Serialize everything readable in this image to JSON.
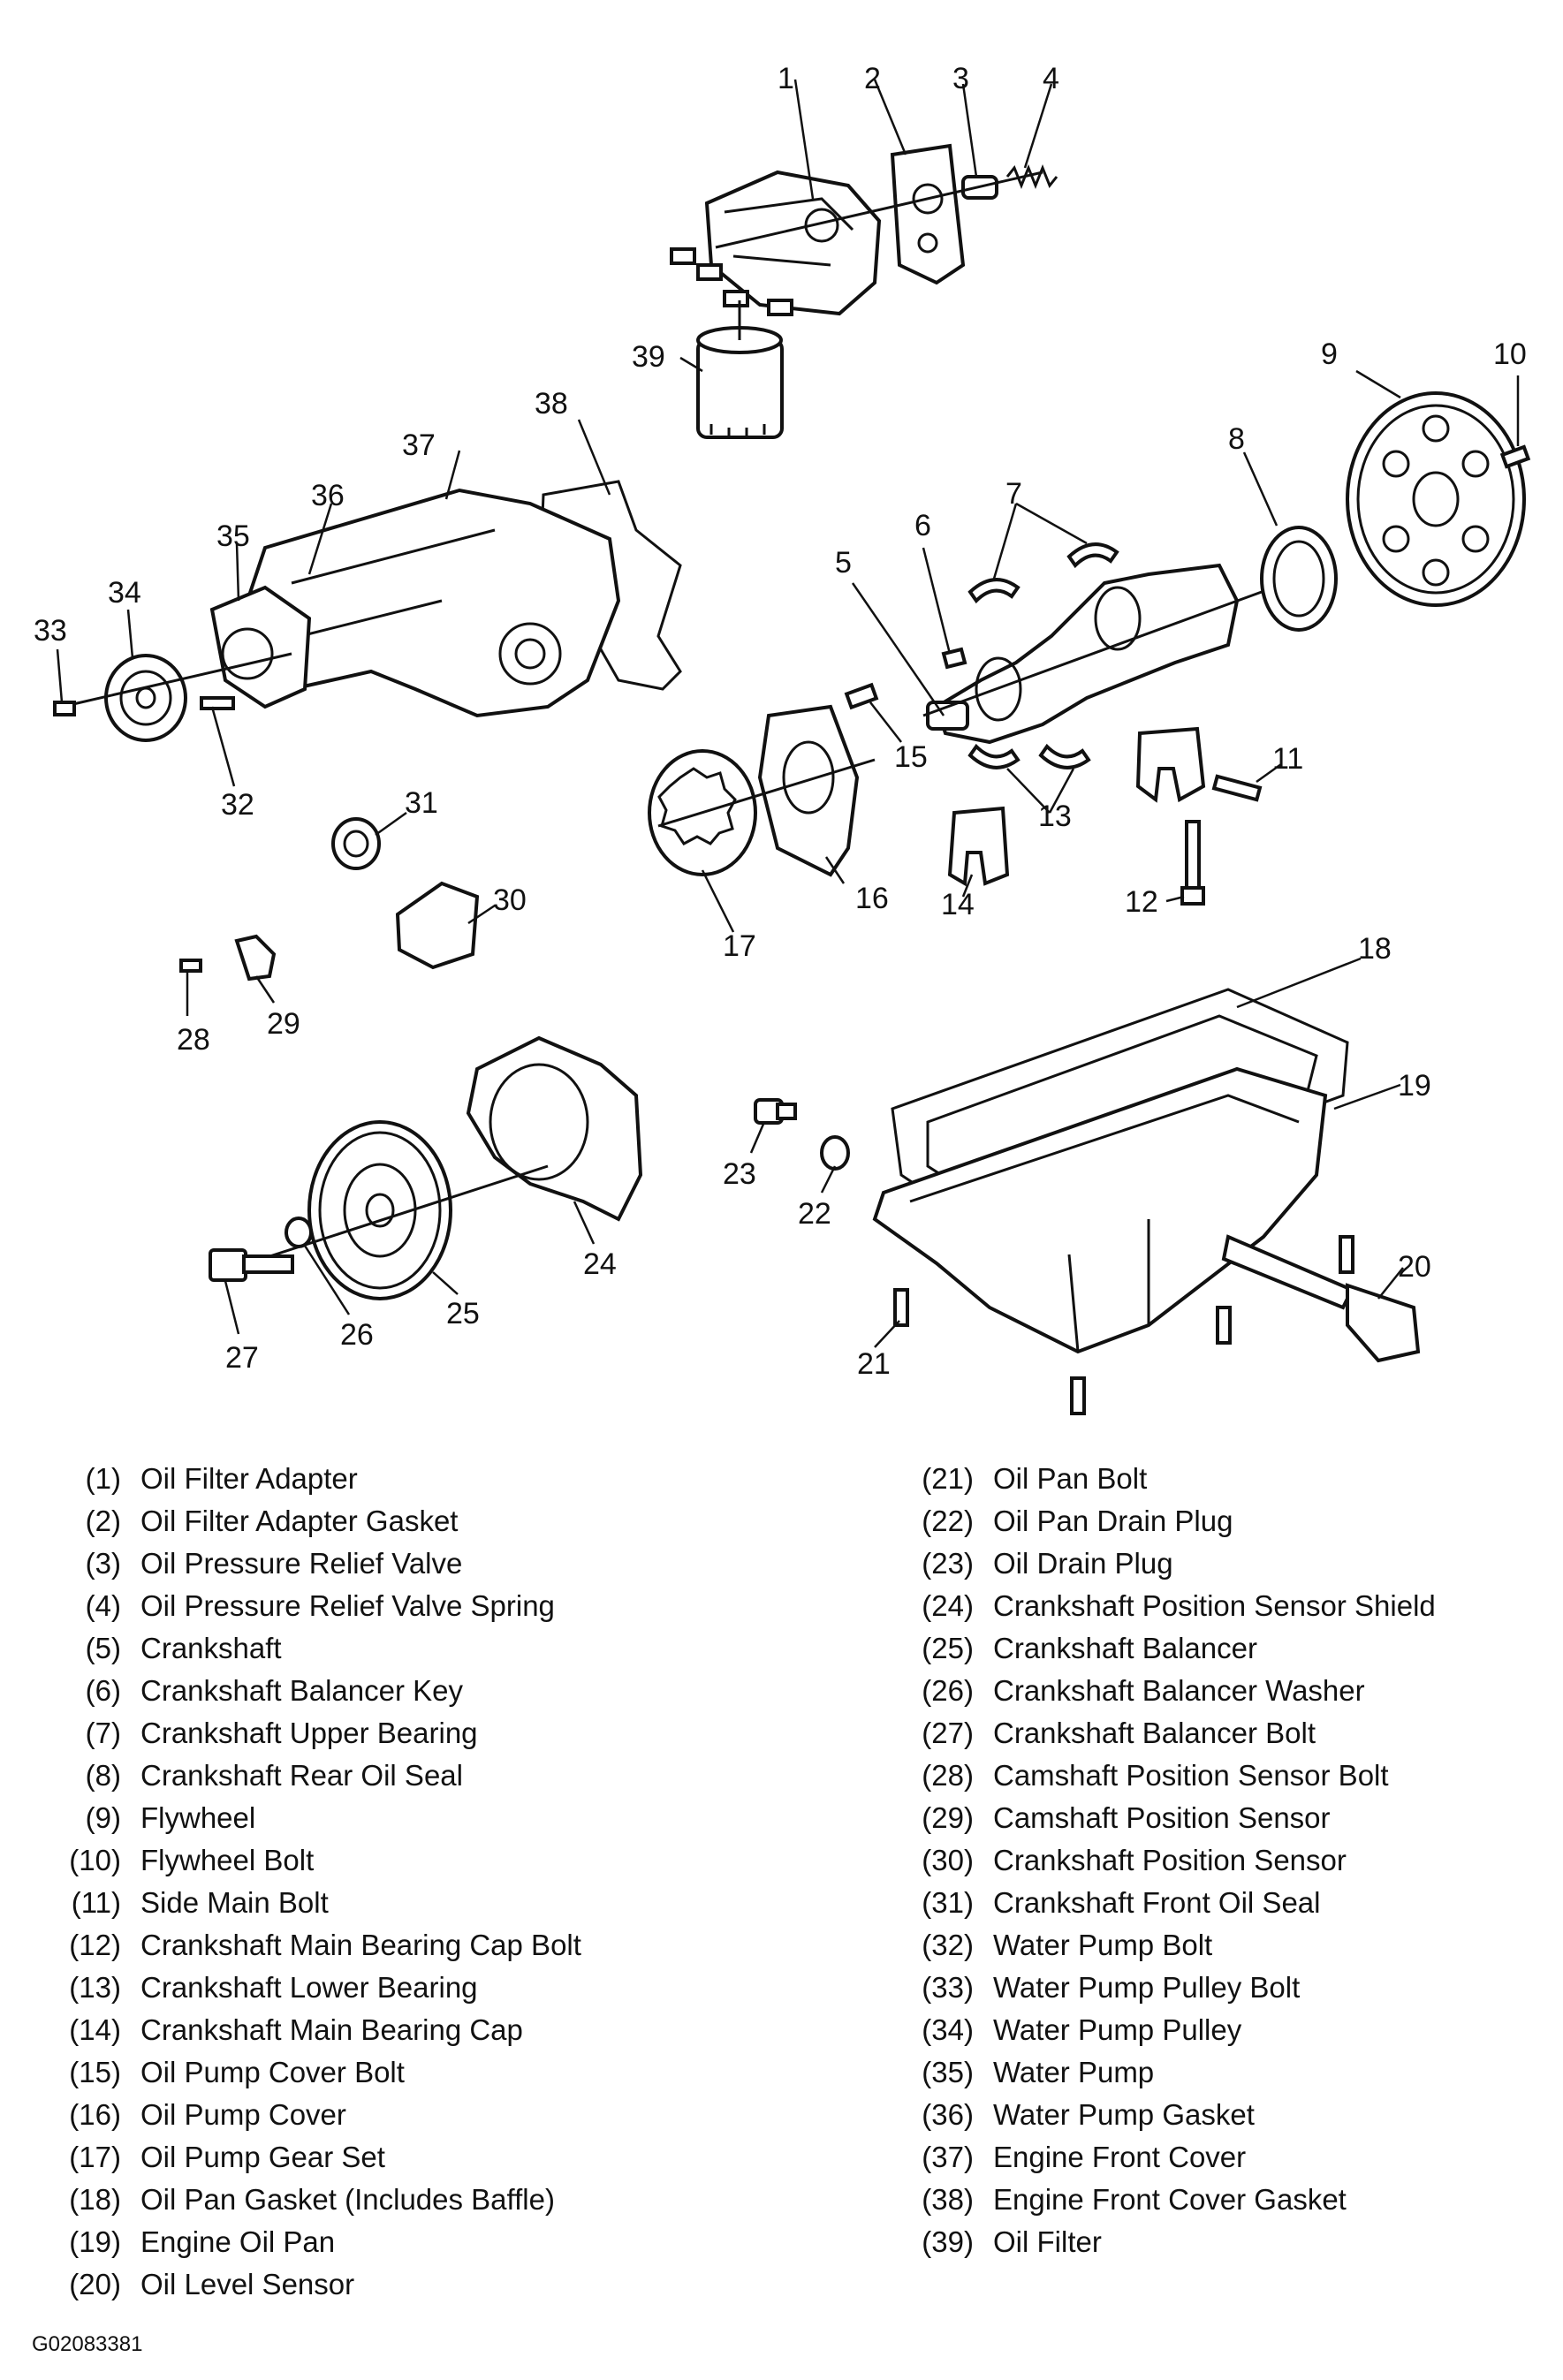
{
  "parts": [
    {
      "num": "1",
      "name": "Oil Filter Adapter"
    },
    {
      "num": "2",
      "name": "Oil Filter Adapter Gasket"
    },
    {
      "num": "3",
      "name": "Oil Pressure Relief Valve"
    },
    {
      "num": "4",
      "name": "Oil Pressure Relief Valve Spring"
    },
    {
      "num": "5",
      "name": "Crankshaft"
    },
    {
      "num": "6",
      "name": "Crankshaft Balancer Key"
    },
    {
      "num": "7",
      "name": "Crankshaft Upper Bearing"
    },
    {
      "num": "8",
      "name": "Crankshaft Rear Oil Seal"
    },
    {
      "num": "9",
      "name": "Flywheel"
    },
    {
      "num": "10",
      "name": "Flywheel Bolt"
    },
    {
      "num": "11",
      "name": "Side Main Bolt"
    },
    {
      "num": "12",
      "name": "Crankshaft Main Bearing Cap Bolt"
    },
    {
      "num": "13",
      "name": "Crankshaft Lower Bearing"
    },
    {
      "num": "14",
      "name": "Crankshaft Main Bearing Cap"
    },
    {
      "num": "15",
      "name": "Oil Pump Cover Bolt"
    },
    {
      "num": "16",
      "name": "Oil Pump Cover"
    },
    {
      "num": "17",
      "name": "Oil Pump Gear Set"
    },
    {
      "num": "18",
      "name": "Oil Pan Gasket (Includes Baffle)"
    },
    {
      "num": "19",
      "name": "Engine Oil Pan"
    },
    {
      "num": "20",
      "name": "Oil Level Sensor"
    },
    {
      "num": "21",
      "name": "Oil Pan Bolt"
    },
    {
      "num": "22",
      "name": "Oil Pan Drain Plug"
    },
    {
      "num": "23",
      "name": "Oil Drain Plug"
    },
    {
      "num": "24",
      "name": "Crankshaft Position Sensor Shield"
    },
    {
      "num": "25",
      "name": "Crankshaft Balancer"
    },
    {
      "num": "26",
      "name": "Crankshaft Balancer Washer"
    },
    {
      "num": "27",
      "name": "Crankshaft Balancer Bolt"
    },
    {
      "num": "28",
      "name": "Camshaft Position Sensor Bolt"
    },
    {
      "num": "29",
      "name": "Camshaft Position Sensor"
    },
    {
      "num": "30",
      "name": "Crankshaft Position Sensor"
    },
    {
      "num": "31",
      "name": "Crankshaft Front Oil Seal"
    },
    {
      "num": "32",
      "name": "Water Pump Bolt"
    },
    {
      "num": "33",
      "name": "Water Pump Pulley Bolt"
    },
    {
      "num": "34",
      "name": "Water Pump Pulley"
    },
    {
      "num": "35",
      "name": "Water Pump"
    },
    {
      "num": "36",
      "name": "Water Pump Gasket"
    },
    {
      "num": "37",
      "name": "Engine Front Cover"
    },
    {
      "num": "38",
      "name": "Engine Front Cover Gasket"
    },
    {
      "num": "39",
      "name": "Oil Filter"
    }
  ],
  "figure_code": "G02083381"
}
